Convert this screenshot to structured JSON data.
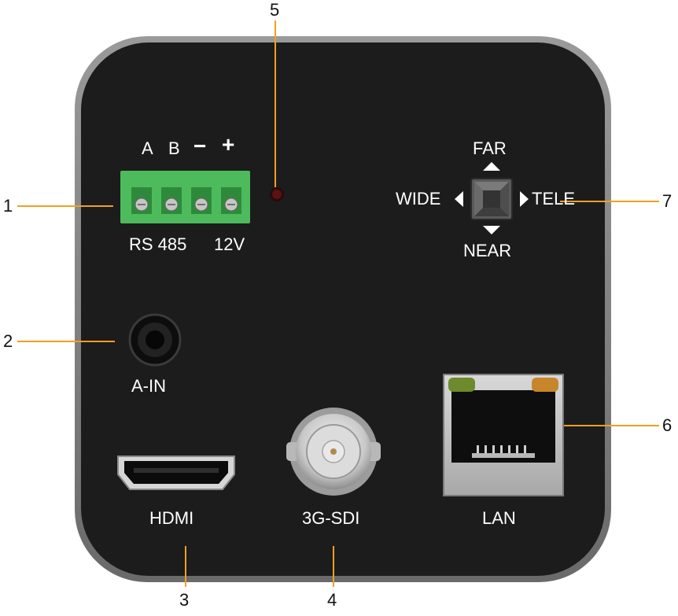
{
  "colors": {
    "panel": "#1c1c1c",
    "bezel": "#8a8a8a",
    "leader": "#f0a020",
    "terminal_green": "#4dbb5b",
    "led": "#5a1212"
  },
  "callouts": {
    "n1": "1",
    "n2": "2",
    "n3": "3",
    "n4": "4",
    "n5": "5",
    "n6": "6",
    "n7": "7"
  },
  "terminal": {
    "pin_a": "A",
    "pin_b": "B",
    "pin_minus": "−",
    "pin_plus": "+",
    "label_rs485": "RS 485",
    "label_12v": "12V"
  },
  "audio_in": {
    "label": "A-IN"
  },
  "hdmi": {
    "label": "HDMI"
  },
  "sdi": {
    "label": "3G-SDI"
  },
  "lan": {
    "label": "LAN"
  },
  "zoom_focus": {
    "far": "FAR",
    "near": "NEAR",
    "wide": "WIDE",
    "tele": "TELE"
  },
  "icons": {
    "joystick": "four-way-joystick-icon",
    "hdmi_port": "hdmi-port-icon",
    "bnc_port": "bnc-connector-icon",
    "rj45_port": "rj45-port-icon",
    "audio_jack": "audio-jack-icon",
    "status_led": "status-led-icon"
  }
}
